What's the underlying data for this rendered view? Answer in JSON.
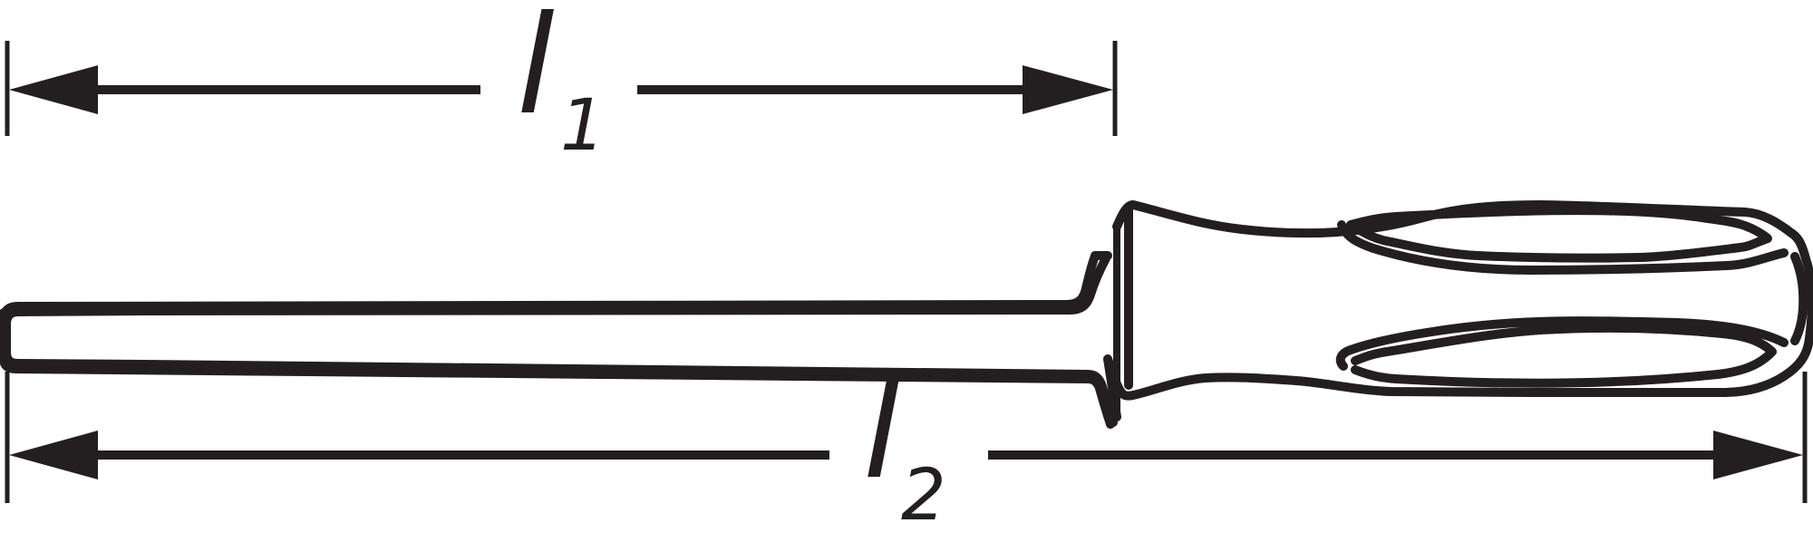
{
  "colors": {
    "ink": "#231f20",
    "background": "#ffffff"
  },
  "dimensions": {
    "l1": {
      "letter": "l",
      "subscript": "1"
    },
    "l2": {
      "letter": "l",
      "subscript": "2"
    }
  },
  "icons": {
    "arrowhead": "filled-triangle-arrowhead",
    "extension_line": "vertical-extension-line"
  }
}
